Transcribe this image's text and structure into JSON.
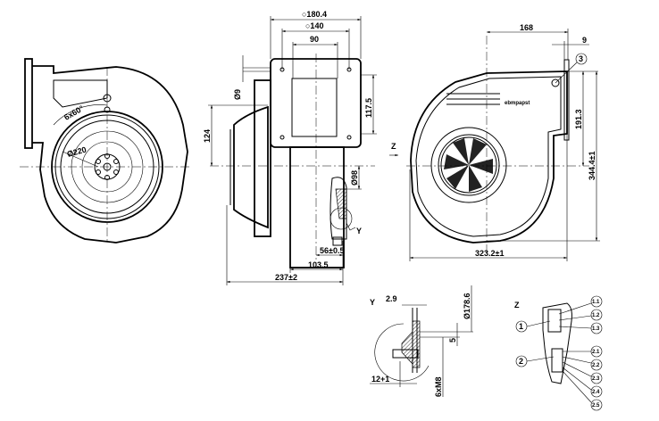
{
  "drawing": {
    "front_view": {
      "diameter_label": "Ø220",
      "angle_label": "6x60°"
    },
    "side_view": {
      "dim_180_4": "○180.4",
      "dim_140": "○140",
      "dim_90": "90",
      "dim_9_hole": "Ø9",
      "dim_117_5": "117.5",
      "dim_124": "124",
      "dim_98": "Ø98",
      "dim_56": "56±0.5",
      "dim_103_5": "103.5",
      "dim_237": "237±2",
      "detail_y_marker": "Y"
    },
    "rear_view": {
      "dim_168": "168",
      "dim_9": "9",
      "dim_191_3": "191.3",
      "dim_344_4": "344.4±1",
      "dim_323_2": "323.2±1",
      "callout_3": "3",
      "z_marker": "Z",
      "brand": "ebmpapst"
    },
    "detail_y": {
      "title": "Y",
      "dim_2_9": "2.9",
      "dim_178_6": "Ø178.6",
      "dim_5": "5",
      "dim_12": "12+1",
      "dim_6xm8": "6xM8"
    },
    "detail_z": {
      "title": "Z",
      "callouts_left": [
        "1",
        "2"
      ],
      "callouts_right": [
        "1.1",
        "1.2",
        "1.3",
        "2.1",
        "2.2",
        "2.3",
        "2.4",
        "2.5"
      ]
    }
  }
}
